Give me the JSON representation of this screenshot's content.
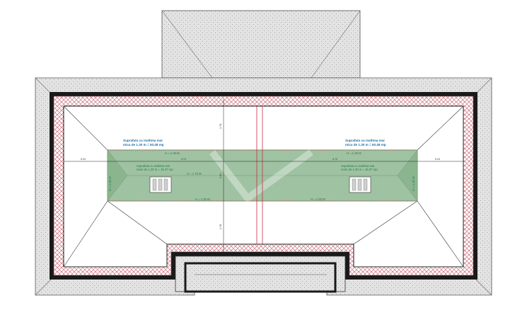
{
  "colors": {
    "background": "#ffffff",
    "roof_tile": "#e4e4e4",
    "tile_pattern": "#a8a8a8",
    "wall": "#1a1a1a",
    "insulation": "#b03040",
    "green_zone": "#9fc2a2",
    "green_border": "#6f9a72",
    "label_blue": "#1a6fa8",
    "label_green": "#1c7a50",
    "dimension": "#333333"
  },
  "labels": {
    "left_area_line1": "Suprafata cu inaltima mai",
    "left_area_line2": "mica de 1.30 m = 50.48 mp",
    "right_area_line1": "Suprafata cu inaltima mai",
    "right_area_line2": "mica de 1.30 m = 50.48 mp",
    "left_green_line1": "Suprafata cu inaltima mai",
    "left_green_line2": "mare de 1.30 m = 15.37 mp",
    "right_green_line1": "Suprafata cu inaltima mai",
    "right_green_line2": "mare de 1.30 m = 15.37 mp",
    "h_top_left": "H = 1.30 M",
    "h_top_right": "H = 1.30 M",
    "h_mid_left": "H = 1.70 M",
    "h_bottom_left": "H = 1.30 M",
    "h_bottom_right": "H = 1.30 M",
    "h_side_left": "H = 1.30 M",
    "h_side_right": "H = 1.30 M"
  },
  "dimensions": {
    "left_span": "5.24",
    "right_span": "5.24",
    "center_left": "4.74",
    "center_right": "4.74",
    "upper_vertical": "1.78",
    "lower_vertical": "1.78",
    "middle_vertical": "1.54"
  },
  "icons": {
    "skylight_left": "skylight-icon",
    "skylight_right": "skylight-icon"
  }
}
